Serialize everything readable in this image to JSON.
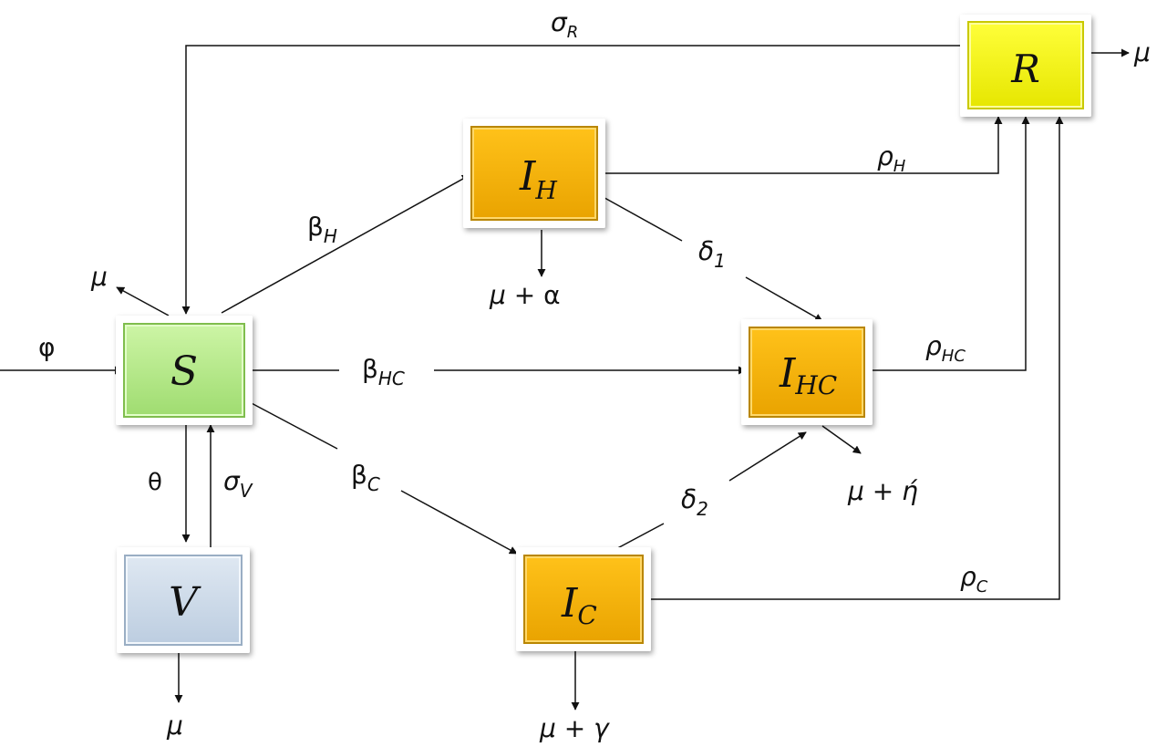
{
  "compartments": {
    "S": {
      "main": "S",
      "sub": ""
    },
    "V": {
      "main": "V",
      "sub": ""
    },
    "IH": {
      "main": "I",
      "sub": "H"
    },
    "IHC": {
      "main": "I",
      "sub": "HC"
    },
    "IC": {
      "main": "I",
      "sub": "C"
    },
    "R": {
      "main": "R",
      "sub": ""
    }
  },
  "rates": {
    "sigma_R": {
      "main": "σ",
      "sub": "R"
    },
    "rho_H": {
      "main": "ρ",
      "sub": "H"
    },
    "rho_HC": {
      "main": "ρ",
      "sub": "HC"
    },
    "rho_C": {
      "main": "ρ",
      "sub": "C"
    },
    "beta_H": {
      "main": "β",
      "sub": "H"
    },
    "beta_HC": {
      "main": "β",
      "sub": "HC"
    },
    "beta_C": {
      "main": "β",
      "sub": "C"
    },
    "delta_1": {
      "main": "δ",
      "sub": "1"
    },
    "delta_2": {
      "main": "δ",
      "sub": "2"
    },
    "sigma_V": {
      "main": "σ",
      "sub": "V"
    },
    "theta": "θ",
    "phi": "φ",
    "mu_S": "μ",
    "mu_R": "μ",
    "mu_V": "μ",
    "mu_IH": {
      "mu": "μ",
      "rest": " +  α"
    },
    "mu_IHC": {
      "mu": "μ",
      "rest": " + ή"
    },
    "mu_IC": {
      "mu": "μ",
      "rest": " + γ"
    }
  },
  "colors": {
    "S": "#b6ec88",
    "V": "#cfdcea",
    "infected": "#f5b400",
    "R": "#f2f20e",
    "line": "#111111"
  }
}
